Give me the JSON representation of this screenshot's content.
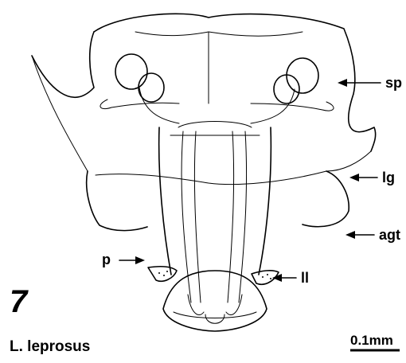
{
  "figure": {
    "number": "7",
    "species": "L. leprosus",
    "scale_bar": "0.1mm",
    "labels": {
      "sp": "sp",
      "lg": "lg",
      "agt": "agt",
      "p": "p",
      "ll": "ll"
    }
  }
}
